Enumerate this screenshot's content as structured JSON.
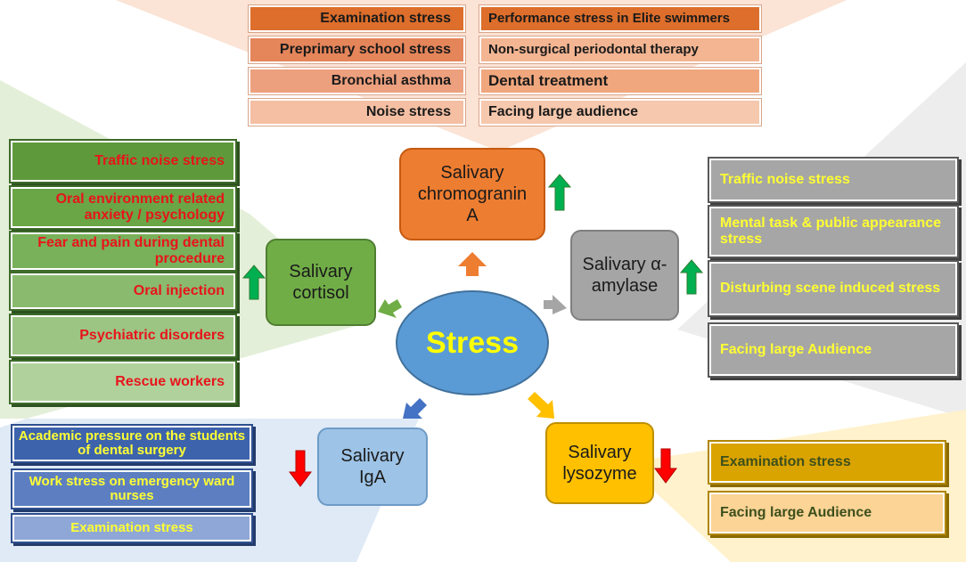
{
  "center": {
    "label": "Stress"
  },
  "markers": {
    "chromogranin": "Salivary chromogranin A",
    "amylase": "Salivary α-amylase",
    "cortisol": "Salivary cortisol",
    "iga": "Salivary IgA",
    "lysozyme": "Salivary lysozyme"
  },
  "chromogranin_left": [
    "Examination stress",
    "Preprimary school stress",
    "Bronchial asthma",
    "Noise stress"
  ],
  "chromogranin_right": [
    "Performance stress in Elite swimmers",
    "Non-surgical periodontal therapy",
    "Dental treatment",
    "Facing large audience"
  ],
  "cortisol_items": [
    "Traffic noise stress",
    "Oral environment related anxiety / psychology",
    "Fear and pain during dental procedure",
    "Oral injection",
    "Psychiatric disorders",
    "Rescue workers"
  ],
  "amylase_items": [
    "Traffic noise stress",
    "Mental task & public appearance stress",
    "Disturbing scene induced stress",
    "Facing large Audience"
  ],
  "iga_items": [
    "Academic pressure on the students of dental surgery",
    "Work stress on emergency ward nurses",
    "Examination stress"
  ],
  "lysozyme_items": [
    "Examination stress",
    "Facing large Audience"
  ],
  "colors": {
    "chromogranin": "#ed7d31",
    "amylase": "#a5a5a5",
    "cortisol": "#70ad47",
    "iga": "#9dc3e6",
    "lysozyme": "#ffc000",
    "center": "#5b9bd5",
    "increase_arrow": "#00b050",
    "decrease_arrow": "#ff0000"
  }
}
